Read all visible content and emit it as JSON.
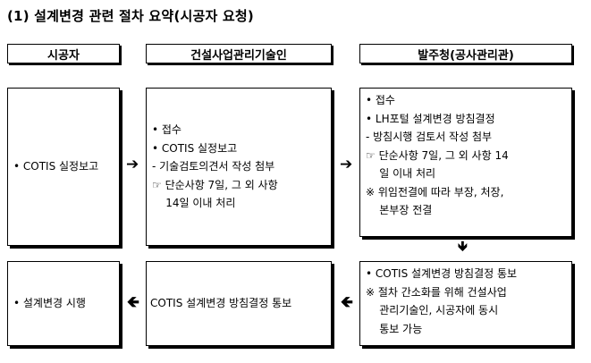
{
  "title": "(1) 설계변경 관련 절차 요약(시공자 요청)",
  "headers": {
    "contractor": "시공자",
    "cm": "건설사업관리기술인",
    "client": "발주청(공사관리관)"
  },
  "boxes": {
    "b1": [
      "• COTIS 실정보고"
    ],
    "b2": [
      "• 접수",
      "• COTIS 실정보고",
      "- 기술검토의견서 작성 첨부",
      "☞  단순사항 7일, 그 외 사항",
      "    14일 이내 처리"
    ],
    "b3": [
      "• 접수",
      "• LH포털 설계변경 방침결정",
      "- 방침시행 검토서 작성 첨부",
      "☞  단순사항 7일, 그 외 사항 14",
      "    일 이내 처리",
      "※  위임전결에 따라 부장, 처장,",
      "    본부장 전결"
    ],
    "b4": [
      "• COTIS 설계변경 방침결정 통보",
      "※  절차 간소화를 위해 건설사업",
      "    관리기술인, 시공자에 동시",
      "    통보 가능"
    ],
    "b5": [
      "COTIS 설계변경 방침결정 통보"
    ],
    "b6": [
      "• 설계변경 시행"
    ]
  },
  "arrows": {
    "right": "➔",
    "down": "🡻",
    "left": "🡸"
  }
}
